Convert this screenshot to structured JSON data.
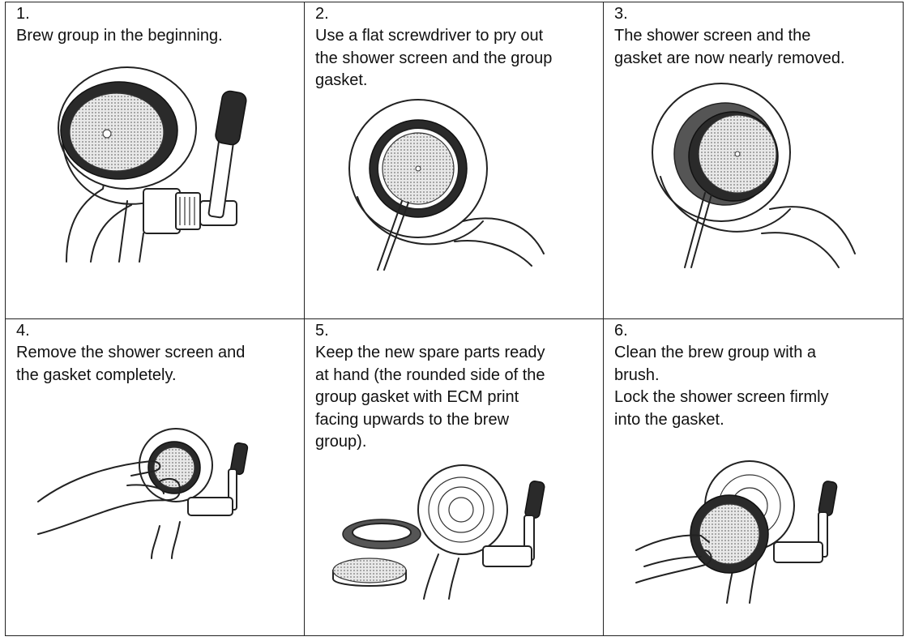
{
  "steps": [
    {
      "number": "1.",
      "text": "Brew group in the beginning.",
      "illustration": "brew-group-initial"
    },
    {
      "number": "2.",
      "text": "Use a flat screwdriver to pry out\nthe shower screen and the group\ngasket.",
      "illustration": "screwdriver-pry"
    },
    {
      "number": "3.",
      "text": "The shower screen and the\ngasket are now nearly removed.",
      "illustration": "screen-nearly-removed"
    },
    {
      "number": "4.",
      "text": "Remove the shower screen and\nthe gasket completely.",
      "illustration": "hand-removing-screen"
    },
    {
      "number": "5.",
      "text": "Keep the new spare parts ready\nat hand (the rounded side of the\ngroup gasket with ECM print\nfacing upwards to the brew\ngroup).",
      "illustration": "spare-parts"
    },
    {
      "number": "6.",
      "text": "Clean the brew group with a\nbrush.\nLock the shower screen firmly\ninto the gasket.",
      "illustration": "hand-locking-screen"
    }
  ]
}
